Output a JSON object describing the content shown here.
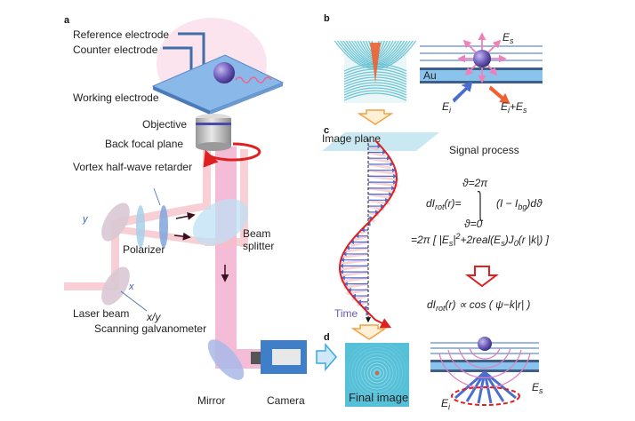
{
  "panels": {
    "a": {
      "letter": "a",
      "labels": {
        "reference_electrode": "Reference electrode",
        "counter_electrode": "Counter electrode",
        "working_electrode": "Working electrode",
        "objective": "Objective",
        "back_focal_plane": "Back focal plane",
        "vortex_retarder": "Vortex half-wave retarder",
        "polarizer": "Polarizer",
        "beam_splitter_1": "Beam",
        "beam_splitter_2": "splitter",
        "laser_beam": "Laser beam",
        "galvo_xy": "x/y",
        "scanning_galvanometer": "Scanning galvanometer",
        "mirror": "Mirror",
        "camera": "Camera",
        "axis_x": "x",
        "axis_y": "y"
      }
    },
    "b": {
      "letter": "b",
      "au_label": "Au",
      "es_label": "E",
      "es_sub": "s",
      "ei_label": "E",
      "ei_sub": "i",
      "sum_label_a": "E",
      "sum_label_a_sub": "i",
      "sum_label_plus": "+E",
      "sum_label_b_sub": "s"
    },
    "c": {
      "letter": "c",
      "image_plane": "Image plane",
      "signal_process": "Signal process",
      "time_label": "Time",
      "eq1_lhs": "dI",
      "eq1_lhs_sub": "rot",
      "eq1_lhs_arg": "(r)=",
      "eq1_upper": "ϑ=2π",
      "eq1_lower": "ϑ=0",
      "eq1_integrand": "(I − I",
      "eq1_integrand_sub": "bg",
      "eq1_integrand_end": ")dϑ",
      "eq2": "=2π [ |E",
      "eq2_sub1": "s",
      "eq2_mid": "|",
      "eq2_sup": "2",
      "eq2_rest": "+2real(E",
      "eq2_sub2": "s",
      "eq2_j": ")J",
      "eq2_sub3": "0",
      "eq2_end": "(r |k|) ]",
      "eq3_lhs": "dI",
      "eq3_sub": "rot",
      "eq3_rest": "(r) ∝ cos ( ψ−k|r| )"
    },
    "d": {
      "letter": "d",
      "final_image": "Final image",
      "ei_label": "E",
      "ei_sub": "i",
      "es_label": "E",
      "es_sub": "s"
    }
  },
  "colors": {
    "beam_pink": "#f2b8c8",
    "beam_vertical": "#f0a8cc",
    "electrode_blue": "#8ab8e8",
    "wire_blue": "#3f6ea8",
    "particle_purple": "#6a5ab8",
    "red_arrow": "#e02020",
    "orange_arrow": "#f5a040",
    "cyan_image": "#55c0d8",
    "helix_blue": "#4a6ed0"
  }
}
